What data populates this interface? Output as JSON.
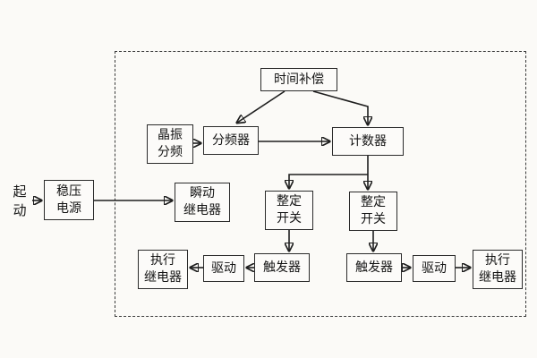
{
  "diagram": {
    "title": "relay-timing-circuit-block-diagram",
    "colors": {
      "background": "#fbfaf7",
      "line": "#1e1e1e",
      "box_border": "#2b2b2b"
    },
    "nodes": {
      "start": "起\n动",
      "power": "稳压\n电源",
      "time_compensation": "时间补偿",
      "crystal_divider": "晶振\n分频",
      "frequency_divider": "分频器",
      "counter": "计数器",
      "instant_relay": "瞬动\n继电器",
      "setting_switch_left": "整定\n开关",
      "setting_switch_right": "整定\n开关",
      "trigger_left": "触发器",
      "trigger_right": "触发器",
      "drive_left": "驱动",
      "drive_right": "驱动",
      "exec_relay_left": "执行\n继电器",
      "exec_relay_right": "执行\n继电器"
    }
  }
}
